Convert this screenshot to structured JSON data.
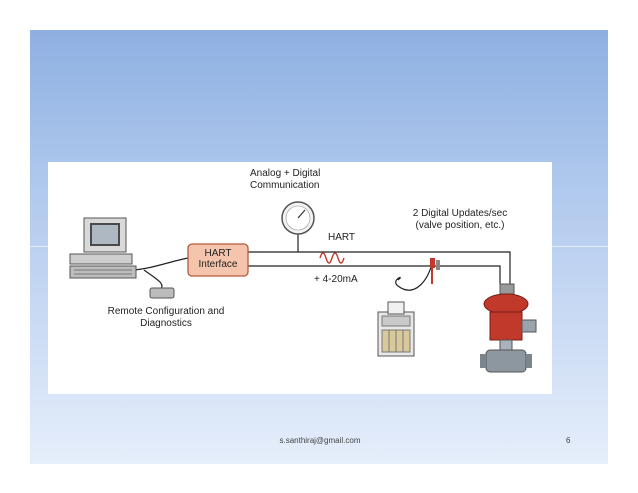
{
  "diagram": {
    "top_label": "Analog + Digital Communication",
    "interface_label": "HART Interface",
    "hart_label": "HART",
    "current_label": "+ 4-20mA",
    "digital_label": "2 Digital Updates/sec (valve position, etc.)",
    "computer_label": "Remote Configuration and Diagnostics"
  },
  "footer": {
    "email": "s.santhiraj@gmail.com",
    "page": "6"
  },
  "colors": {
    "interface_box": "#f5c4ad",
    "valve_red": "#c0392b",
    "wire": "#222222"
  }
}
